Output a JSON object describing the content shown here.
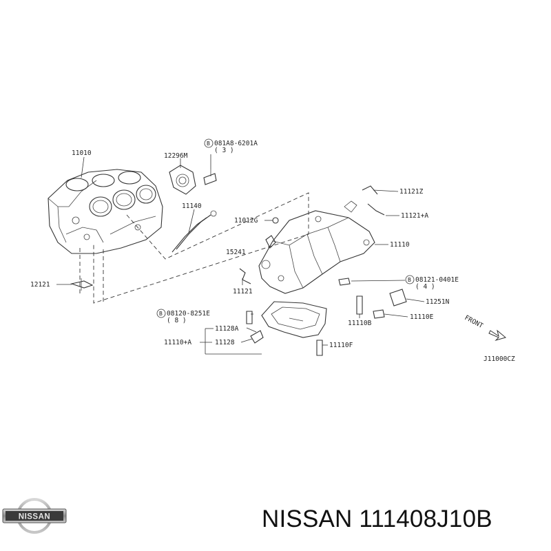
{
  "diagram": {
    "part_labels": {
      "p11010": "11010",
      "p12296m": "12296M",
      "p081a8": "081A8-6201A",
      "p081a8_qty": "( 3 )",
      "p11140": "11140",
      "p12121": "12121",
      "p11121z": "11121Z",
      "p11121a": "11121+A",
      "p11012g": "11012G",
      "p15241": "15241",
      "p11110": "11110",
      "p11121": "11121",
      "p08121": "08121-0401E",
      "p08121_qty": "( 4 )",
      "p11251n": "11251N",
      "p08120": "08120-8251E",
      "p08120_qty": "( 8 )",
      "p11110e": "11110E",
      "p11110b": "11110B",
      "p11128a": "11128A",
      "p11110a": "11110+A",
      "p11128": "11128",
      "p11110f": "11110F",
      "b_symbol": "B"
    },
    "front_label": "FRONT",
    "diagram_code": "J11000CZ"
  },
  "brand": {
    "logo_text": "NISSAN",
    "caption": "NISSAN 111408J10B"
  }
}
